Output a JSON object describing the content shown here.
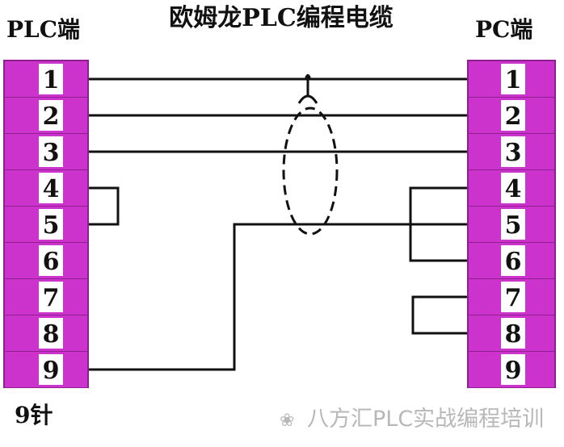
{
  "diagram": {
    "title": "欧姆龙PLC编程电缆",
    "left_label": "PLC端",
    "right_label": "PC端",
    "bottom_left_label": "9针",
    "watermark": "八方汇PLC实战编程培训",
    "colors": {
      "connector": "#cc33cc",
      "connector_dark": "#8e1f8e",
      "pin_box": "#ffffff",
      "wire": "#111111"
    },
    "left_pins": [
      "1",
      "2",
      "3",
      "4",
      "5",
      "6",
      "7",
      "8",
      "9"
    ],
    "right_pins": [
      "1",
      "2",
      "3",
      "4",
      "5",
      "6",
      "7",
      "8",
      "9"
    ],
    "connections": [
      {
        "from": "1",
        "to": "1"
      },
      {
        "from": "2",
        "to": "2"
      },
      {
        "from": "3",
        "to": "3"
      },
      {
        "from": "9",
        "to": "5"
      }
    ],
    "left_jumpers": [
      [
        "4",
        "5"
      ]
    ],
    "right_jumpers": [
      [
        "4",
        "5",
        "6"
      ],
      [
        "7",
        "8"
      ]
    ]
  }
}
